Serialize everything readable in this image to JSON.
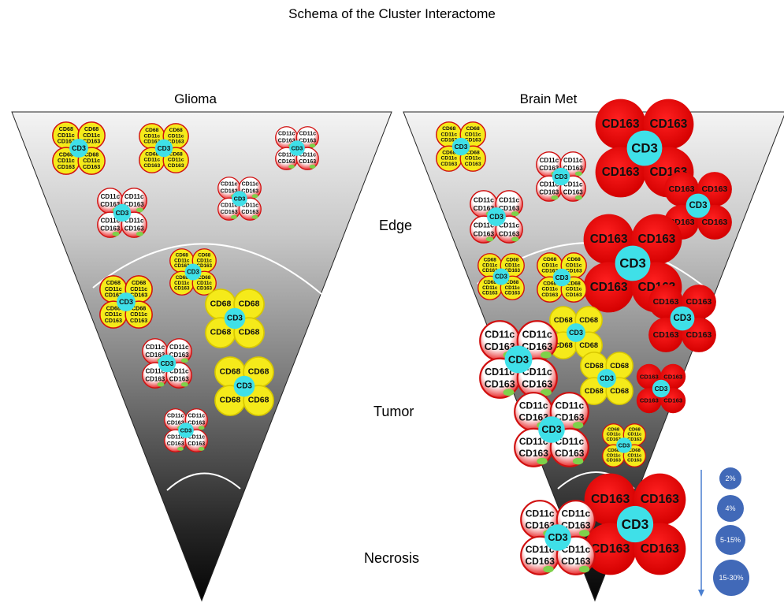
{
  "title": "Schema of the Cluster Interactome",
  "panels": {
    "left_label": "Glioma",
    "right_label": "Brain Met"
  },
  "zones": {
    "edge": "Edge",
    "tumor": "Tumor",
    "necrosis": "Necrosis"
  },
  "markers": {
    "cd3": "CD3",
    "cd68": "CD68",
    "cd11c": "CD11c",
    "cd163": "CD163"
  },
  "legend": {
    "sizes": [
      "2%",
      "4%",
      "5-15%",
      "15-30%"
    ]
  },
  "colors": {
    "cd3": "#3fe0e8",
    "cd68": "#f5ea1a",
    "cd163": "#ee1111",
    "legend_bubble": "#4169b8"
  }
}
